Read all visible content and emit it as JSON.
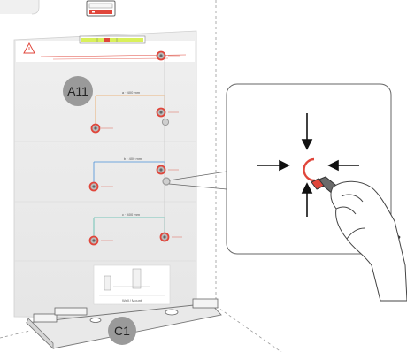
{
  "labels": {
    "sheet_marker": "A11",
    "base_marker": "C1",
    "base_caption": "Wall / Mount"
  },
  "guide_lines": {
    "top_label": "a · 400 mm",
    "middle_label": "b · 400 mm",
    "bottom_label": "c · 400 mm"
  },
  "colors": {
    "accent_red": "#e0463b",
    "badge_grey": "#9a9a9a",
    "line_orange": "#e8a25a",
    "line_blue": "#4a90d9",
    "line_teal": "#4fb8a8"
  },
  "icons": {
    "warning": "warning-triangle-icon",
    "level": "spirit-level-icon",
    "hand": "hand-with-marker-icon"
  }
}
